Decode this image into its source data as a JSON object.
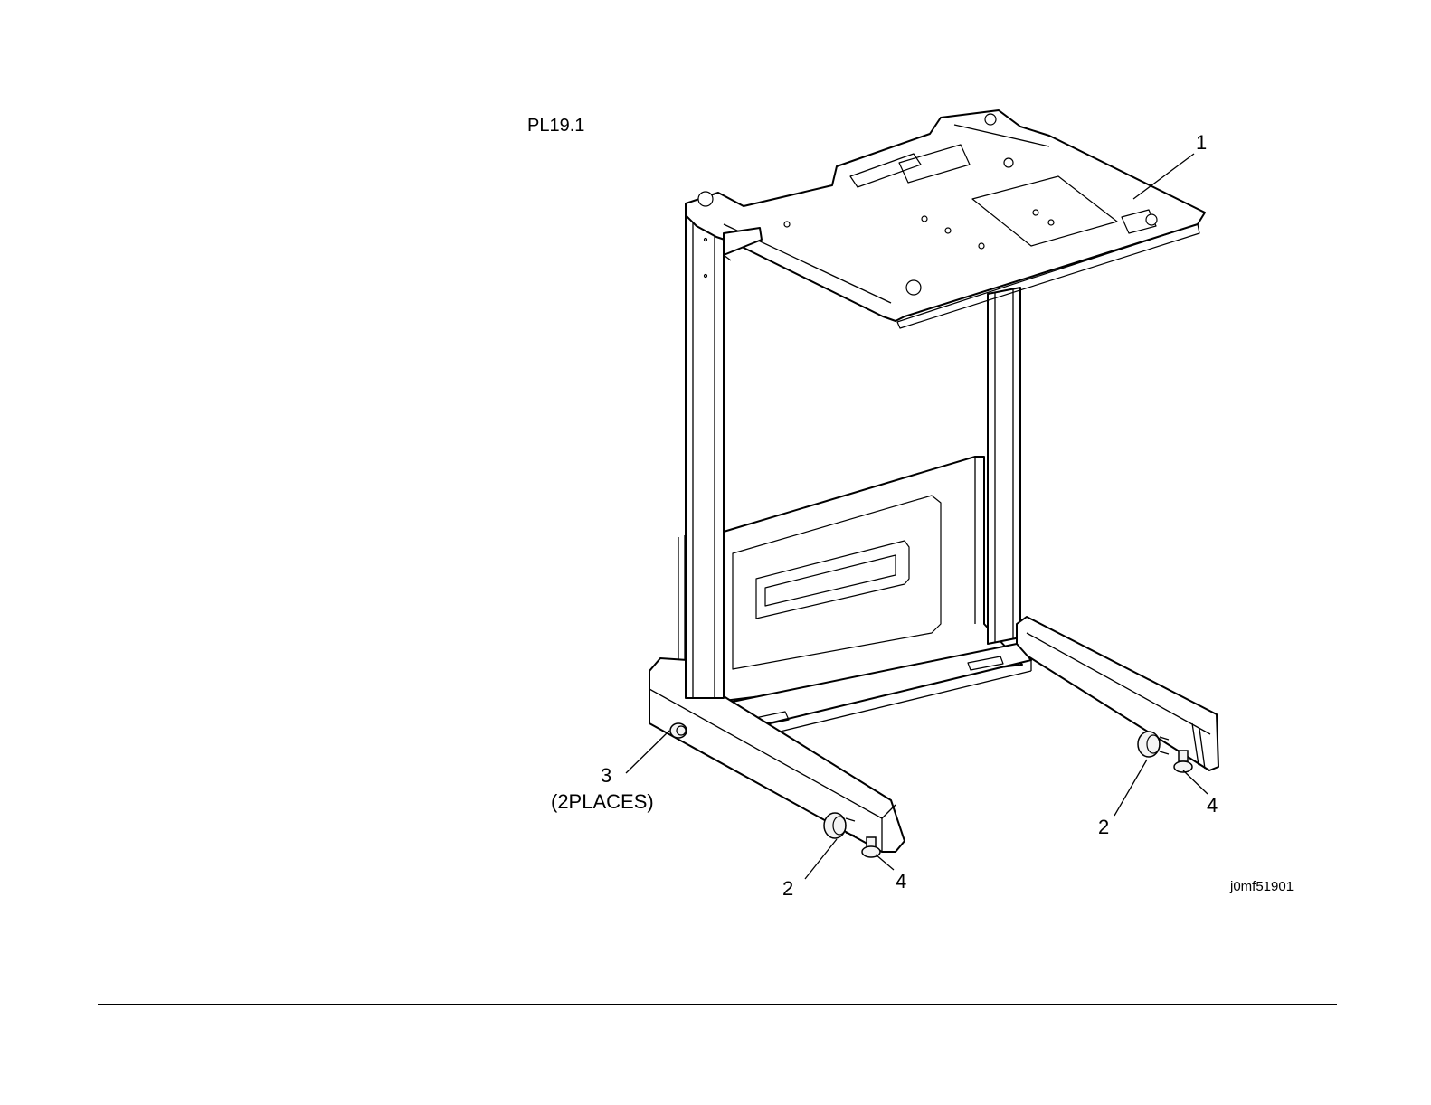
{
  "figure": {
    "plate_label": "PL19.1",
    "figure_code": "j0mf51901",
    "callouts": {
      "tray": "1",
      "caster_front": "2",
      "caster_rear": "2",
      "places_part": "3",
      "places_note": "(2PLACES)",
      "foot_front": "4",
      "foot_rear": "4"
    }
  }
}
